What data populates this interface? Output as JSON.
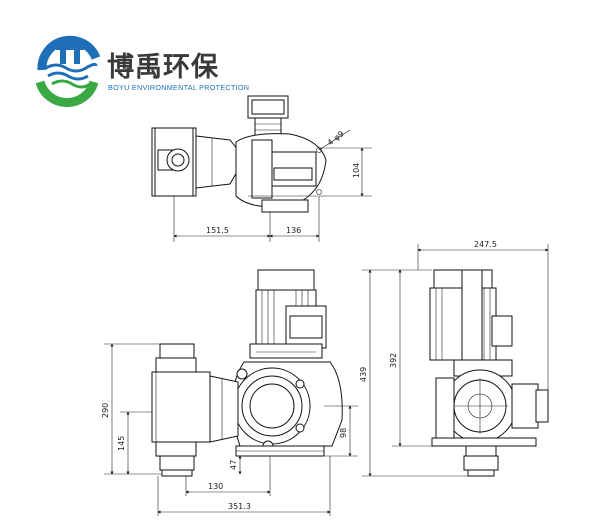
{
  "logo": {
    "company_name_cn": "博禹环保",
    "company_name_en": "BOYU ENVIRONMENTAL PROTECTION",
    "brand_colors": {
      "blue": "#1f6fb8",
      "green": "#3aa845",
      "text": "#3a3a3a"
    },
    "icon": "boyu-wave-logo"
  },
  "dimensions": {
    "top_view": {
      "width_left": "151.5",
      "width_right": "136",
      "height": "104",
      "holes": "4-φ9"
    },
    "front_view": {
      "total_width": "351.3",
      "base_offset": "130",
      "height_outlet": "290",
      "height_inlet": "145",
      "foot_height": "47",
      "axis_height": "98"
    },
    "side_view": {
      "width": "247.5",
      "total_height": "439",
      "motor_height": "392"
    }
  }
}
